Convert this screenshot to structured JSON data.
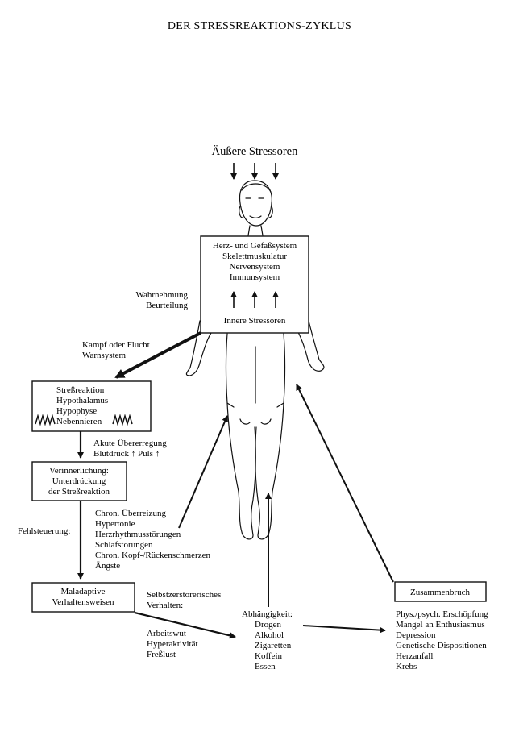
{
  "title": "DER STRESSREAKTIONS-ZYKLUS",
  "external": "Äußere Stressoren",
  "body_box": {
    "items": [
      "Herz- und Gefäßsystem",
      "Skelettmuskulatur",
      "Nervensystem",
      "Immunsystem"
    ],
    "internal": "Innere Stressoren"
  },
  "perception": [
    "Wahrnehmung",
    "Beurteilung"
  ],
  "fight": [
    "Kampf oder Flucht",
    "Warnsystem"
  ],
  "stress_box": [
    "Streßreaktion",
    "Hypothalamus",
    "Hypophyse",
    "Nebennieren"
  ],
  "acute": [
    "Akute Übererregung",
    "Blutdruck ↑ Puls ↑"
  ],
  "internal_box": [
    "Verinnerlichung:",
    "Unterdrückung",
    "der Streßreaktion"
  ],
  "fehl": "Fehlsteuerung:",
  "chronic": [
    "Chron. Überreizung",
    "Hypertonie",
    "Herzrhythmusstörungen",
    "Schlafstörungen",
    "Chron. Kopf-/Rückenschmerzen",
    "Ängste"
  ],
  "maladaptive_box": [
    "Maladaptive",
    "Verhaltensweisen"
  ],
  "selfdestruct": [
    "Selbstzerstörerisches",
    "Verhalten:"
  ],
  "behaviors": [
    "Arbeitswut",
    "Hyperaktivität",
    "Freßlust"
  ],
  "dependence": [
    "Abhängigkeit:",
    "Drogen",
    "Alkohol",
    "Zigaretten",
    "Koffein",
    "Essen"
  ],
  "collapse_box": "Zusammenbruch",
  "collapse_items": [
    "Phys./psych. Erschöpfung",
    "Mangel an Enthusiasmus",
    "Depression",
    "Genetische Dispositionen",
    "Herzanfall",
    "Krebs"
  ]
}
